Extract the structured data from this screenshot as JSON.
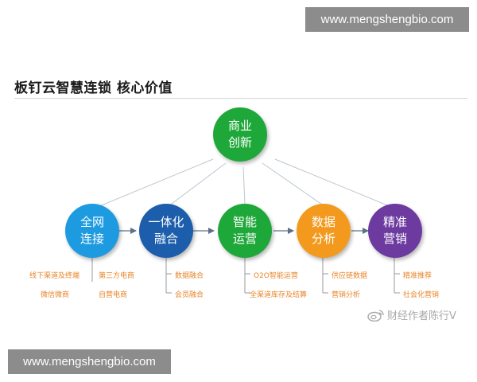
{
  "watermark_top": "www.mengshengbio.com",
  "watermark_bottom": "www.mengshengbio.com",
  "title": "板钉云智慧连锁 核心价值",
  "top_node": {
    "line1": "商业",
    "line2": "创新",
    "color": "#1fa83a"
  },
  "nodes": [
    {
      "line1": "全网",
      "line2": "连接",
      "color": "#1e9be0",
      "items": [
        "线下渠道及终端",
        "第三方电商",
        "微信微商",
        "自营电商"
      ]
    },
    {
      "line1": "一体化",
      "line2": "融合",
      "color": "#1c5eab",
      "items": [
        "数据融合",
        "会员融合"
      ]
    },
    {
      "line1": "智能",
      "line2": "运营",
      "color": "#1fa83a",
      "items": [
        "O2O智能运营",
        "全渠道库存及结算"
      ]
    },
    {
      "line1": "数据",
      "line2": "分析",
      "color": "#f39a1e",
      "items": [
        "供应链数据",
        "营销分析"
      ]
    },
    {
      "line1": "精准",
      "line2": "营销",
      "color": "#6d3aa0",
      "items": [
        "精准推荐",
        "社会化营销"
      ]
    }
  ],
  "social_caption": "财经作者陈行V",
  "social_icon": "weibo-icon"
}
